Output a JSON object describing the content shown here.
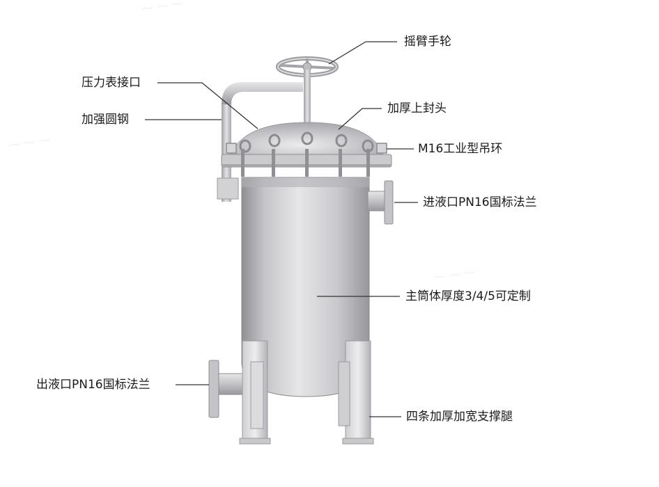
{
  "labels": {
    "handwheel": "摇臂手轮",
    "gauge_port": "压力表接口",
    "reinforcing_steel": "加强圆钢",
    "top_head": "加厚上封头",
    "lifting_ring": "M16工业型吊环",
    "inlet": "进液口PN16国标法兰",
    "body": "主筒体厚度3/4/5可定制",
    "outlet": "出液口PN16国标法兰",
    "legs": "四条加厚加宽支撑腿"
  },
  "colors": {
    "metal_light": "#e2e2e4",
    "metal_mid": "#b9b9bd",
    "metal_dark": "#8c8c91",
    "leader_line": "#333333"
  }
}
